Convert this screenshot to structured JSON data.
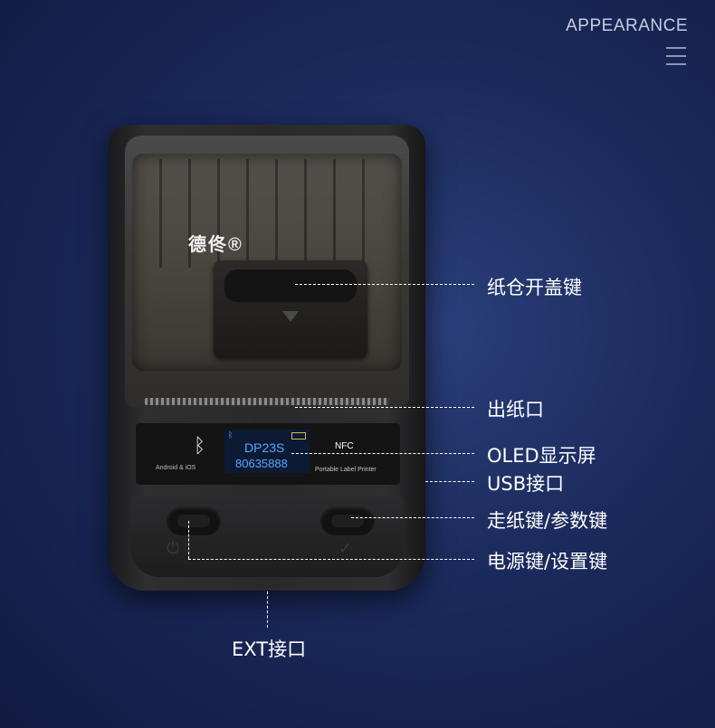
{
  "header": {
    "section_label": "APPEARANCE",
    "menu_icon": "hamburger-menu-icon"
  },
  "product": {
    "brand": "德佟®",
    "os_label": "Android & iOS",
    "screen_title": "DP23S",
    "screen_number": "80635888",
    "nfc_label": "NFC",
    "product_label": "Portable Label Printer"
  },
  "callouts": {
    "lid_button": "纸仓开盖键",
    "paper_outlet": "出纸口",
    "oled": "OLED显示屏",
    "usb": "USB接口",
    "feed_key": "走纸键/参数键",
    "power_key": "电源键/设置键",
    "ext": "EXT接口"
  }
}
